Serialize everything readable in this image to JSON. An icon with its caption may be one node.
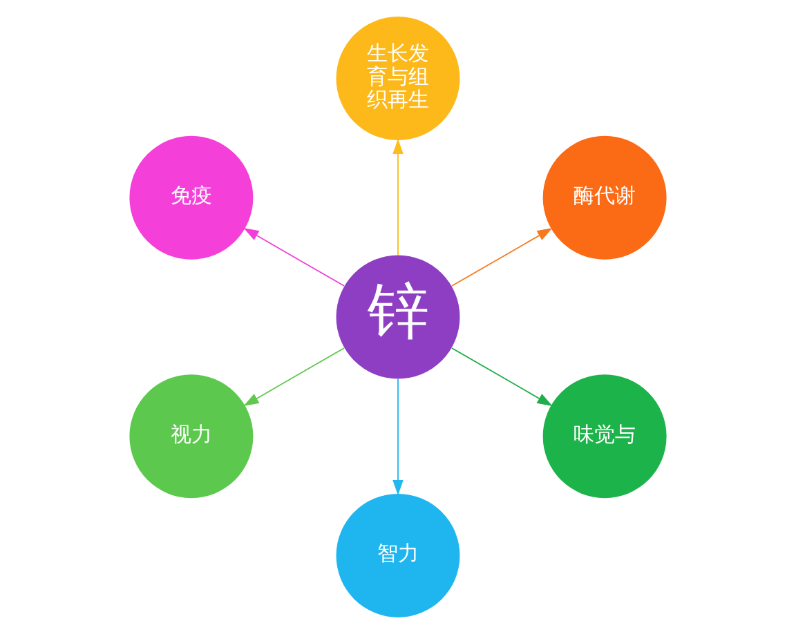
{
  "diagram": {
    "nodes": [
      {
        "text": [
          "酶代谢"
        ]
      },
      {
        "text": [
          "生长发育与组织再生"
        ]
      },
      {
        "text": [
          "免疫"
        ]
      },
      {
        "text": [
          "锌"
        ]
      },
      {
        "text": [
          "视力"
        ]
      },
      {
        "text": [
          "智力"
        ]
      },
      {
        "text": [
          "味觉与"
        ]
      }
    ],
    "edges": [
      {
        "from": 3,
        "to": 0,
        "arrow": "to",
        "color": "#f57a1e"
      },
      {
        "from": 3,
        "to": 2,
        "arrow": "to",
        "color": "#f03fd6"
      },
      {
        "from": 3,
        "to": 5,
        "arrow": "to",
        "color": "#22b8ee"
      },
      {
        "from": 3,
        "to": 6,
        "arrow": "to",
        "color": "#1fae4a"
      },
      {
        "from": 3,
        "to": 4,
        "arrow": "to",
        "color": "#62c74f"
      },
      {
        "from": 3,
        "to": 1,
        "arrow": "to",
        "color": "#fdbd1e"
      }
    ]
  }
}
